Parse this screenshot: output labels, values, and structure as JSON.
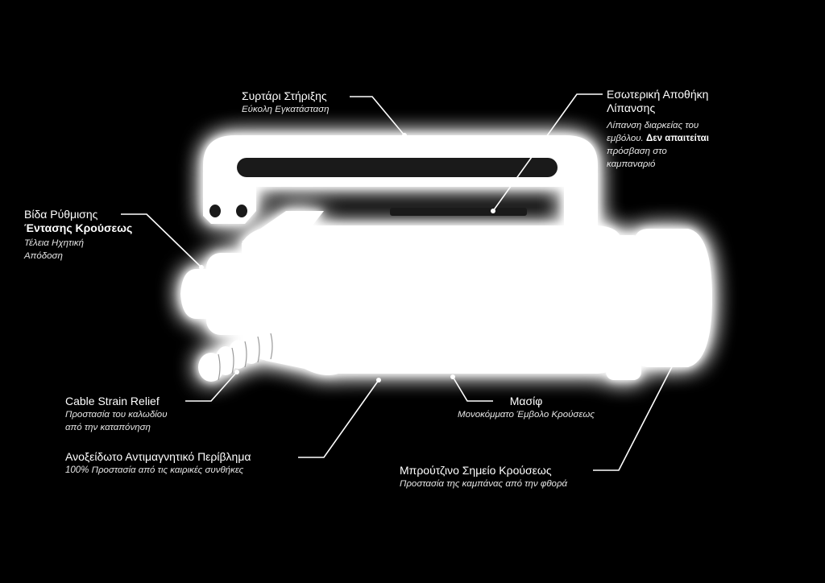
{
  "callouts": {
    "drawer": {
      "title": "Συρτάρι Στήριξης",
      "sub": "Εύκολη Εγκατάσταση"
    },
    "storage": {
      "title_1": "Εσωτερική Αποθήκη",
      "title_2": "Λίπανσης",
      "sub_1": "Λίπανση διαρκείας του",
      "sub_2a": "εμβόλου.",
      "sub_2b": "Δεν απαιτείται",
      "sub_3": "πρόσβαση στο",
      "sub_4": "καμπαναριό"
    },
    "screw": {
      "title": "Βίδα Ρύθμισης",
      "title_bold": "Έντασης Κρούσεως",
      "sub_1": "Τέλεια Ηχητική",
      "sub_2": "Απόδοση"
    },
    "cable": {
      "title": "Cable Strain Relief",
      "sub_1": "Προστασία του καλωδίου",
      "sub_2": "από την καταπόνηση"
    },
    "housing": {
      "title": "Ανοξείδωτο Αντιμαγνητικό Περίβλημα",
      "sub": "100%  Προστασία από τις καιρικές συνθήκες"
    },
    "solid": {
      "title": "Μασίφ",
      "sub": "Μονοκόμματο Έμβολο Κρούσεως"
    },
    "bronze": {
      "title": "Μπρούτζινο Σημείο Κρούσεως",
      "sub": "Προστασία της καμπάνας από την φθορά"
    }
  },
  "colors": {
    "background": "#000000",
    "device": "#ffffff",
    "glow": "#ffffff",
    "slot": "#1a1a1a"
  }
}
